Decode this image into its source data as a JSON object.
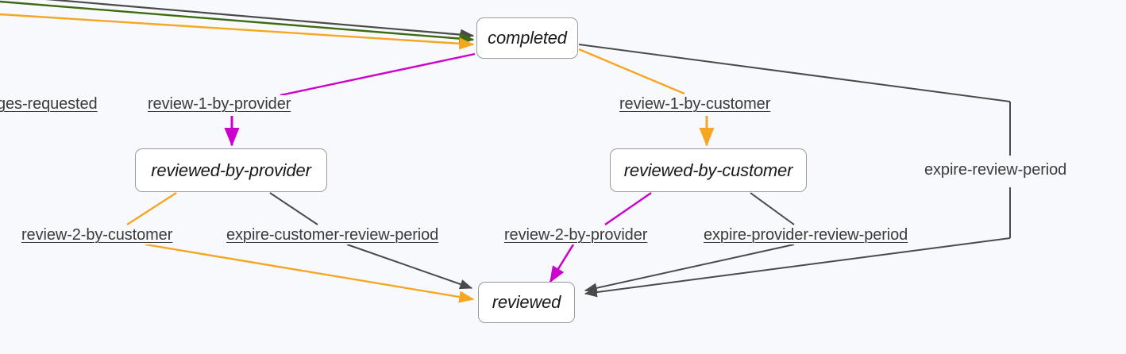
{
  "diagram": {
    "type": "state-machine",
    "background_color": "#f8f9fc",
    "node_border_color": "#9a9a9a",
    "node_fill_color": "#ffffff",
    "colors": {
      "gray": "#4a4a4a",
      "orange": "#f5a623",
      "magenta": "#cc00cc",
      "green": "#3d6b12"
    },
    "nodes": [
      {
        "id": "completed",
        "label": "completed"
      },
      {
        "id": "reviewed-by-provider",
        "label": "reviewed-by-provider"
      },
      {
        "id": "reviewed-by-customer",
        "label": "reviewed-by-customer"
      },
      {
        "id": "reviewed",
        "label": "reviewed"
      }
    ],
    "edge_labels": [
      {
        "id": "changes-requested",
        "text": "ges-requested",
        "full_text": "changes-requested",
        "color": "#3b3b3b",
        "underlined": true,
        "truncated_left": true
      },
      {
        "id": "review-1-by-provider",
        "text": "review-1-by-provider",
        "color": "#3b3b3b",
        "underlined": true
      },
      {
        "id": "review-1-by-customer",
        "text": "review-1-by-customer",
        "color": "#3b3b3b",
        "underlined": true
      },
      {
        "id": "expire-review-period",
        "text": "expire-review-period",
        "color": "#3b3b3b",
        "underlined": false
      },
      {
        "id": "review-2-by-customer",
        "text": "review-2-by-customer",
        "color": "#3b3b3b",
        "underlined": true
      },
      {
        "id": "expire-customer-review-period",
        "text": "expire-customer-review-period",
        "color": "#3b3b3b",
        "underlined": true
      },
      {
        "id": "review-2-by-provider",
        "text": "review-2-by-provider",
        "color": "#3b3b3b",
        "underlined": true
      },
      {
        "id": "expire-provider-review-period",
        "text": "expire-provider-review-period",
        "color": "#3b3b3b",
        "underlined": true
      }
    ],
    "transitions": [
      {
        "from": "offscreen-left",
        "to": "completed",
        "color": "gray"
      },
      {
        "from": "offscreen-left",
        "to": "completed",
        "color": "green"
      },
      {
        "from": "offscreen-left",
        "to": "completed",
        "color": "orange"
      },
      {
        "from": "completed",
        "to": "reviewed-by-provider",
        "label": "review-1-by-provider",
        "color": "magenta"
      },
      {
        "from": "completed",
        "to": "reviewed-by-customer",
        "label": "review-1-by-customer",
        "color": "orange"
      },
      {
        "from": "completed",
        "to": "reviewed",
        "label": "expire-review-period",
        "color": "gray"
      },
      {
        "from": "reviewed-by-provider",
        "to": "reviewed",
        "label": "review-2-by-customer",
        "color": "orange"
      },
      {
        "from": "reviewed-by-provider",
        "to": "reviewed",
        "label": "expire-customer-review-period",
        "color": "gray"
      },
      {
        "from": "reviewed-by-customer",
        "to": "reviewed",
        "label": "review-2-by-provider",
        "color": "magenta"
      },
      {
        "from": "reviewed-by-customer",
        "to": "reviewed",
        "label": "expire-provider-review-period",
        "color": "gray"
      }
    ]
  }
}
